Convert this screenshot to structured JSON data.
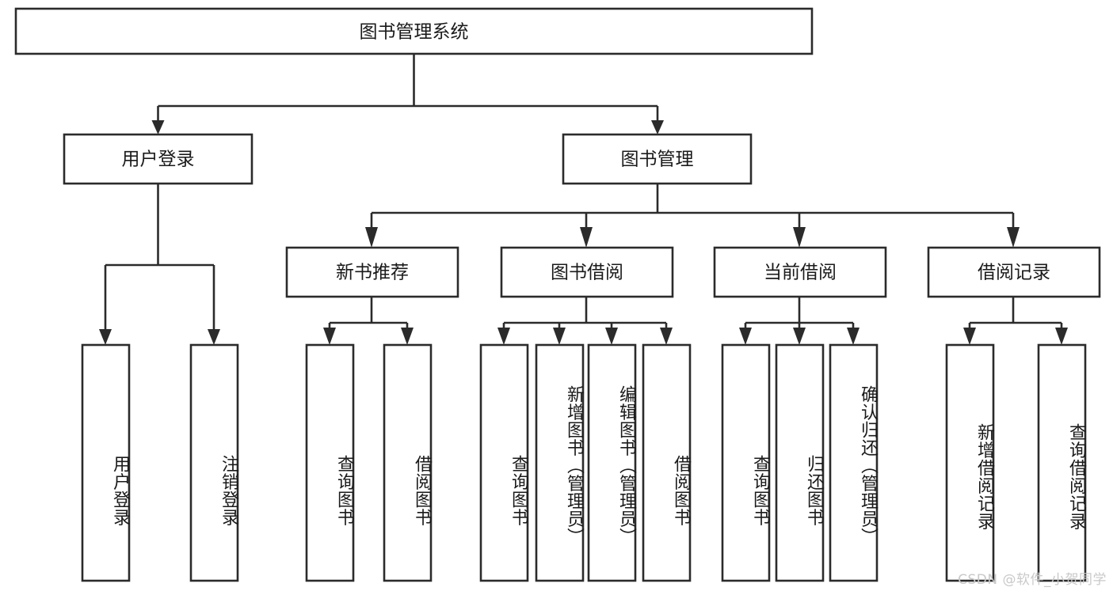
{
  "diagram": {
    "type": "tree",
    "title": "图书管理系统",
    "root": {
      "id": "root",
      "label": "图书管理系统",
      "orientation": "horizontal"
    },
    "level1": [
      {
        "id": "user-login",
        "label": "用户登录",
        "orientation": "horizontal"
      },
      {
        "id": "book-manage",
        "label": "图书管理",
        "orientation": "horizontal"
      }
    ],
    "level2": [
      {
        "id": "new-book-recommend",
        "label": "新书推荐",
        "orientation": "horizontal"
      },
      {
        "id": "book-borrow",
        "label": "图书借阅",
        "orientation": "horizontal"
      },
      {
        "id": "current-borrow",
        "label": "当前借阅",
        "orientation": "horizontal"
      },
      {
        "id": "borrow-record",
        "label": "借阅记录",
        "orientation": "horizontal"
      }
    ],
    "leaves": {
      "user-login": [
        {
          "id": "leaf-user-login",
          "label": "用户登录",
          "orientation": "vertical"
        },
        {
          "id": "leaf-user-logout",
          "label": "注销登录",
          "orientation": "vertical"
        }
      ],
      "new-book-recommend": [
        {
          "id": "leaf-query-book-1",
          "label": "查询图书",
          "orientation": "vertical"
        },
        {
          "id": "leaf-borrow-book-1",
          "label": "借阅图书",
          "orientation": "vertical"
        }
      ],
      "book-borrow": [
        {
          "id": "leaf-query-book-2",
          "label": "查询图书",
          "orientation": "vertical"
        },
        {
          "id": "leaf-add-book",
          "label": "新增图书（管理员）",
          "orientation": "vertical"
        },
        {
          "id": "leaf-edit-book",
          "label": "编辑图书（管理员）",
          "orientation": "vertical"
        },
        {
          "id": "leaf-borrow-book-2",
          "label": "借阅图书",
          "orientation": "vertical"
        }
      ],
      "current-borrow": [
        {
          "id": "leaf-query-book-3",
          "label": "查询图书",
          "orientation": "vertical"
        },
        {
          "id": "leaf-return-book",
          "label": "归还图书",
          "orientation": "vertical"
        },
        {
          "id": "leaf-confirm-return",
          "label": "确认归还（管理员）",
          "orientation": "vertical"
        }
      ],
      "borrow-record": [
        {
          "id": "leaf-add-record",
          "label": "新增借阅记录",
          "orientation": "vertical"
        },
        {
          "id": "leaf-query-record",
          "label": "查询借阅记录",
          "orientation": "vertical"
        }
      ]
    },
    "colors": {
      "stroke": "#2b2b2b",
      "fill": "#ffffff",
      "text": "#1a1a1a",
      "background": "#ffffff",
      "watermark": "#c9c9c9"
    }
  },
  "watermark": {
    "text": "CSDN @软件_小贺同学"
  }
}
